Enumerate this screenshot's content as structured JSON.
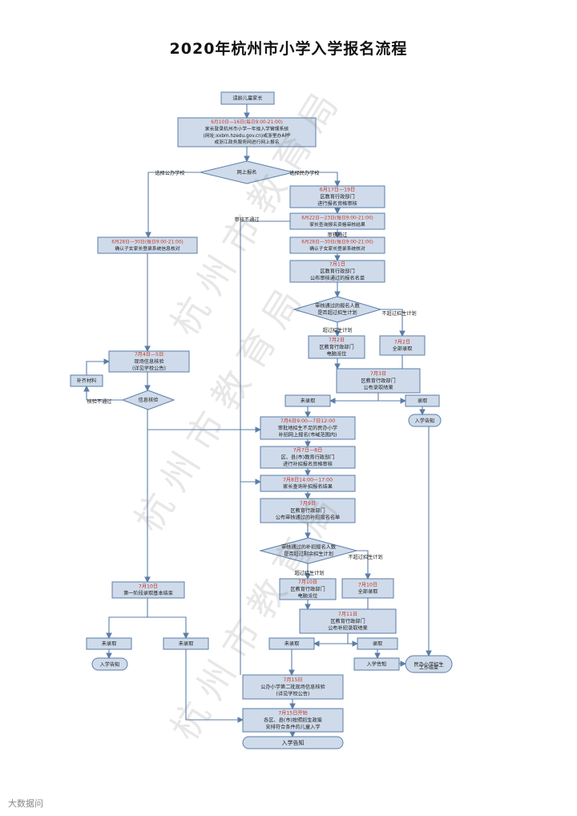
{
  "title": "2020年杭州市小学入学报名流程",
  "watermark": "杭州市教育局",
  "footer": "大数据问",
  "colors": {
    "box_fill": "#cfdbea",
    "box_stroke": "#5b7ea8",
    "line": "#5b7ea8",
    "date": "#c0392b"
  },
  "nodes": {
    "start": "适龄儿童家长",
    "online_date": "6月10日—16日(每日9:00-21:00)",
    "online_text": "家长登录杭州市小学一年级入学管理系统",
    "online_url": "(网址:xxbm.hzedu.gov.cn)或浙里办APP",
    "online_text2": "或浙江政务服务网进行网上报名",
    "net_signup": "网上报名",
    "choose_public": "选择公办学校",
    "choose_private": "选择民办学校",
    "pv_review_date": "6月17日—19日",
    "pv_review_1": "区教育行政部门",
    "pv_review_2": "进行报名资格审核",
    "pv_query_date": "6月22日—23日(每日9:00-21:00)",
    "pv_query_text": "家长查询报名资格审核结果",
    "review_fail": "审核不通过",
    "review_pass": "审核通过",
    "pv_verify_date": "6月28日—30日(每日9:00-21:00)",
    "pv_verify_text": "确认子女家长登录系统核对",
    "pb_verify_date": "6月28日—30日(每日9:00-21:00)",
    "pb_verify_text": "确认子女家长登录系统信息核对",
    "pv_list_date": "7月1日",
    "pv_list_1": "区教育行政部门",
    "pv_list_2": "公布审核通过的报名名单",
    "over_plan_1": "审核通过的报名人数",
    "over_plan_2": "是否超过招生计划",
    "not_over": "不超过招生计划",
    "over": "超过招生计划",
    "lottery_date": "7月2日",
    "lottery_1": "区教育行政部门",
    "lottery_2": "电脑派位",
    "all_admit_date": "7月2日",
    "all_admit": "全部录取",
    "pb_onsite_date": "7月4日—5日",
    "pb_onsite_1": "现场信息核验",
    "pb_onsite_2": "(详见学校公告)",
    "supplement": "补齐材料",
    "check_fail": "核验不通过",
    "info_check": "信息核验",
    "pv_result_date": "7月3日",
    "pv_result_1": "区教育行政部门",
    "pv_result_2": "公布录取结果",
    "not_admitted": "未录取",
    "admitted": "录取",
    "admit_notice": "入学告知",
    "supp_signup_date": "7月6日9:00—7日12:00",
    "supp_signup_1": "审批地招生不足的民办小学",
    "supp_signup_2": "补招网上报名(市域范围内)",
    "supp_review_date": "7月7日—8日",
    "supp_review_1": "区、县(市)教育行政部门",
    "supp_review_2": "进行补招报名资格审核",
    "supp_query_date": "7月8日14:00—17:00",
    "supp_query_text": "家长查询补招报名结果",
    "supp_list_date": "7月9日",
    "supp_list_1": "区教育行政部门",
    "supp_list_2": "公布审核通过的补招报名名单",
    "supp_over_1": "审核通过的补招报名人数",
    "supp_over_2": "是否超过剩余招生计划",
    "supp_not_over": "不超过招生计划",
    "supp_over": "超过招生计划",
    "supp_lottery_date": "7月10日",
    "supp_lottery_1": "区教育行政部门",
    "supp_lottery_2": "电脑派位",
    "supp_all_date": "7月10日",
    "supp_all": "全部录取",
    "stage1_date": "7月10日",
    "stage1_text": "第一阶段录取基本结束",
    "supp_result_date": "7月11日",
    "supp_result_1": "区教育行政部门",
    "supp_result_2": "公布补招录取结果",
    "private_end_1": "民办小学招生",
    "private_end_2": "工作结束",
    "pb2_date": "7月15日",
    "pb2_text_1": "公办小学第二批现场信息核验",
    "pb2_text_2": "(详见学校公告)",
    "final_date": "7月15日开始",
    "final_1": "各区、县(市)按照招生政策",
    "final_2": "安排符合条件的儿童入学",
    "final_notice": "入学告知"
  }
}
